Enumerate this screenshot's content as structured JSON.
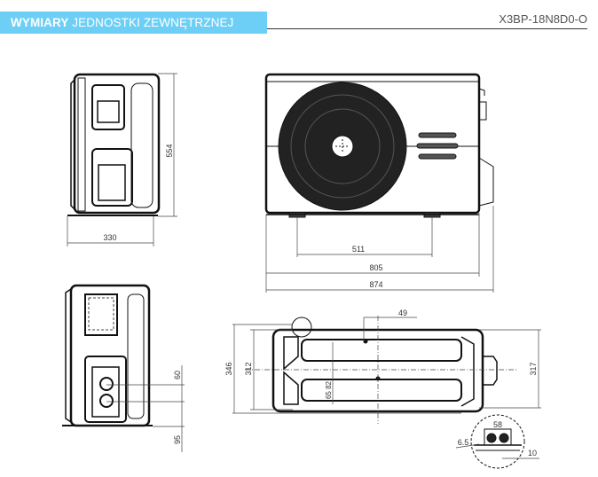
{
  "header": {
    "title_bold": "WYMIARY",
    "title_rest": " JEDNOSTKI ZEWNĘTRZNEJ",
    "model": "X3BP-18N8D0-O",
    "accent_color": "#6dcff6"
  },
  "dimensions": {
    "side_height": "554",
    "side_depth": "330",
    "front_mount_spacing": "511",
    "front_body_width": "805",
    "front_total_width": "874",
    "top_total_depth": "346",
    "top_body_depth": "312",
    "top_offset": "49",
    "top_right_depth": "317",
    "top_inner": "65 82",
    "side2_pipe_spacing": "60",
    "side2_pipe_height": "95",
    "detail_width": "58",
    "detail_left": "6.5",
    "detail_right": "10"
  }
}
